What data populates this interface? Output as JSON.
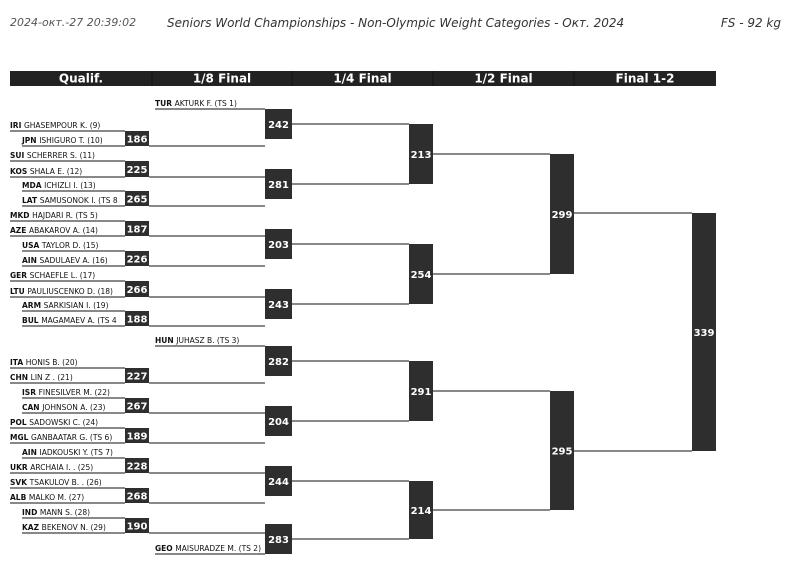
{
  "header": {
    "timestamp": "2024-окт.-27 20:39:02",
    "title": "Seniors World Championships - Non-Olympic Weight Categories - Окт. 2024",
    "category": "FS - 92 kg"
  },
  "columns": [
    "Qualif.",
    "1/8 Final",
    "1/4 Final",
    "1/2 Final",
    "Final 1-2"
  ],
  "colors": {
    "header_bg": "#222222",
    "box_bg": "#2e2e2e",
    "line": "#111111"
  },
  "athletes": [
    {
      "code": "TUR",
      "name": "AKTURK F. (TS 1)"
    },
    {
      "code": "IRI",
      "name": "GHASEMPOUR K. (9)"
    },
    {
      "code": "JPN",
      "name": "ISHIGURO T. (10)"
    },
    {
      "code": "SUI",
      "name": "SCHERRER S. (11)"
    },
    {
      "code": "KOS",
      "name": "SHALA E. (12)"
    },
    {
      "code": "MDA",
      "name": "ICHIZLI I. (13)"
    },
    {
      "code": "LAT",
      "name": "SAMUSONOK I. (TS 8"
    },
    {
      "code": "MKD",
      "name": "HAJDARI R. (TS 5)"
    },
    {
      "code": "AZE",
      "name": "ABAKAROV A. (14)"
    },
    {
      "code": "USA",
      "name": "TAYLOR D. (15)"
    },
    {
      "code": "AIN",
      "name": "SADULAEV A. (16)"
    },
    {
      "code": "GER",
      "name": "SCHAEFLE L. (17)"
    },
    {
      "code": "LTU",
      "name": "PAULIUSCENKO D. (18)"
    },
    {
      "code": "ARM",
      "name": "SARKISIAN I. (19)"
    },
    {
      "code": "BUL",
      "name": "MAGAMAEV A. (TS 4"
    },
    {
      "code": "HUN",
      "name": "JUHASZ B. (TS 3)"
    },
    {
      "code": "ITA",
      "name": "HONIS B. (20)"
    },
    {
      "code": "CHN",
      "name": "LIN Z . (21)"
    },
    {
      "code": "ISR",
      "name": "FINESILVER M. (22)"
    },
    {
      "code": "CAN",
      "name": "JOHNSON A. (23)"
    },
    {
      "code": "POL",
      "name": "SADOWSKI C. (24)"
    },
    {
      "code": "MGL",
      "name": "GANBAATAR G. (TS 6)"
    },
    {
      "code": "AIN",
      "name": "IADKOUSKI Y. (TS 7)"
    },
    {
      "code": "UKR",
      "name": "ARCHAIA I. . (25)"
    },
    {
      "code": "SVK",
      "name": "TSAKULOV B. . (26)"
    },
    {
      "code": "ALB",
      "name": "MALKO M. (27)"
    },
    {
      "code": "IND",
      "name": "MANN S. (28)"
    },
    {
      "code": "KAZ",
      "name": "BEKENOV N. (29)"
    },
    {
      "code": "GEO",
      "name": "MAISURADZE M. (TS 2)"
    }
  ],
  "bouts": {
    "qualif": [
      "186",
      "225",
      "265",
      "187",
      "226",
      "266",
      "188",
      "227",
      "267",
      "189",
      "228",
      "268",
      "190"
    ],
    "r16": [
      "242",
      "281",
      "203",
      "243",
      "282",
      "204",
      "244",
      "283"
    ],
    "qf": [
      "213",
      "254",
      "291",
      "214"
    ],
    "sf": [
      "299",
      "295"
    ],
    "final": [
      "339"
    ]
  }
}
